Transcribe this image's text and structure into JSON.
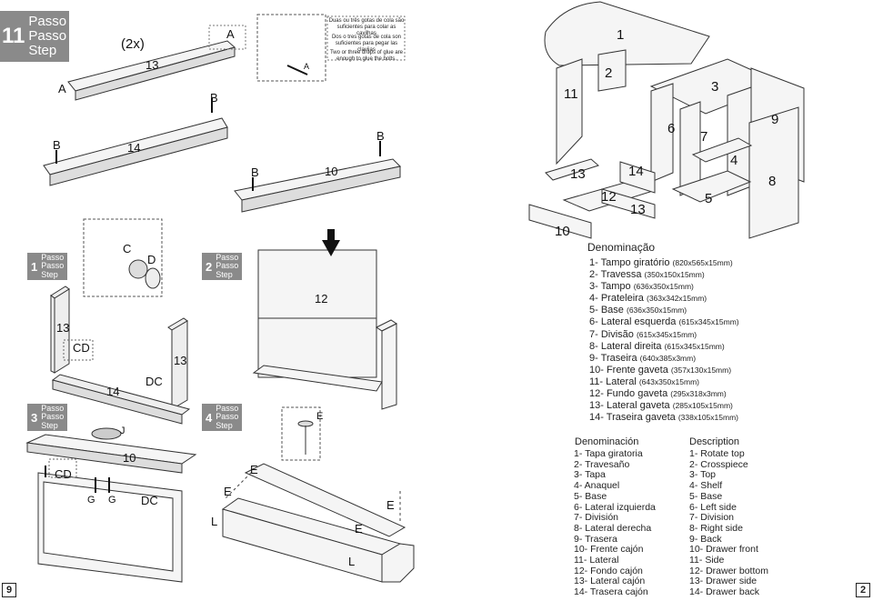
{
  "step11": {
    "number": "11",
    "words": [
      "Passo",
      "Passo",
      "Step"
    ]
  },
  "step1": {
    "number": "1",
    "words": [
      "Passo",
      "Passo",
      "Step"
    ]
  },
  "step2": {
    "number": "2",
    "words": [
      "Passo",
      "Passo",
      "Step"
    ]
  },
  "step3": {
    "number": "3",
    "words": [
      "Passo",
      "Passo",
      "Step"
    ]
  },
  "step4": {
    "number": "4",
    "words": [
      "Passo",
      "Passo",
      "Step"
    ]
  },
  "quantity": "(2x)",
  "glue_notes": [
    "Duas ou três gotas de cola são suficientes para colar as cavilhas",
    "Dos o tres gotas de cola son suficientes para pegar las clavijas",
    "Two or three drops of glue are enough to glue the bolts."
  ],
  "hardware_labels": {
    "A": "A",
    "B": "B",
    "C": "C",
    "D": "D",
    "E": "E",
    "G": "G",
    "J": "J",
    "L": "L",
    "CD": "CD",
    "DC": "DC"
  },
  "part_numbers": {
    "n1": "1",
    "n2": "2",
    "n3": "3",
    "n4": "4",
    "n5": "5",
    "n6": "6",
    "n7": "7",
    "n8": "8",
    "n9": "9",
    "n10": "10",
    "n11": "11",
    "n12": "12",
    "n13": "13",
    "n14": "14"
  },
  "denominacao": {
    "title": "Denominação",
    "items": [
      {
        "name": "1- Tampo giratório",
        "dim": "(820x565x15mm)"
      },
      {
        "name": "2- Travessa",
        "dim": "(350x150x15mm)"
      },
      {
        "name": "3- Tampo",
        "dim": "(636x350x15mm)"
      },
      {
        "name": "4- Prateleira",
        "dim": "(363x342x15mm)"
      },
      {
        "name": "5- Base",
        "dim": "(636x350x15mm)"
      },
      {
        "name": "6- Lateral esquerda",
        "dim": "(615x345x15mm)"
      },
      {
        "name": "7- Divisão",
        "dim": "(615x345x15mm)"
      },
      {
        "name": "8- Lateral direita",
        "dim": "(615x345x15mm)"
      },
      {
        "name": "9- Traseira",
        "dim": "(640x385x3mm)"
      },
      {
        "name": "10- Frente gaveta",
        "dim": "(357x130x15mm)"
      },
      {
        "name": "11- Lateral",
        "dim": "(643x350x15mm)"
      },
      {
        "name": "12- Fundo gaveta",
        "dim": "(295x318x3mm)"
      },
      {
        "name": "13- Lateral gaveta",
        "dim": "(285x105x15mm)"
      },
      {
        "name": "14- Traseira gaveta",
        "dim": "(338x105x15mm)"
      }
    ]
  },
  "denominacion": {
    "title": "Denominación",
    "items": [
      "1- Tapa giratoria",
      "2- Travesaño",
      "3- Tapa",
      "4- Anaquel",
      "5- Base",
      "6- Lateral izquierda",
      "7- División",
      "8- Lateral derecha",
      "9- Trasera",
      "10- Frente cajón",
      "11- Lateral",
      "12- Fondo cajón",
      "13- Lateral cajón",
      "14- Trasera cajón"
    ]
  },
  "description": {
    "title": "Description",
    "items": [
      "1- Rotate top",
      "2- Crosspiece",
      "3- Top",
      "4- Shelf",
      "5- Base",
      "6- Left side",
      "7- Division",
      "8- Right side",
      "9- Back",
      "10- Drawer front",
      "11- Side",
      "12- Drawer bottom",
      "13- Drawer side",
      "14- Drawer back"
    ]
  },
  "page_numbers": {
    "left": "9",
    "right": "2"
  }
}
